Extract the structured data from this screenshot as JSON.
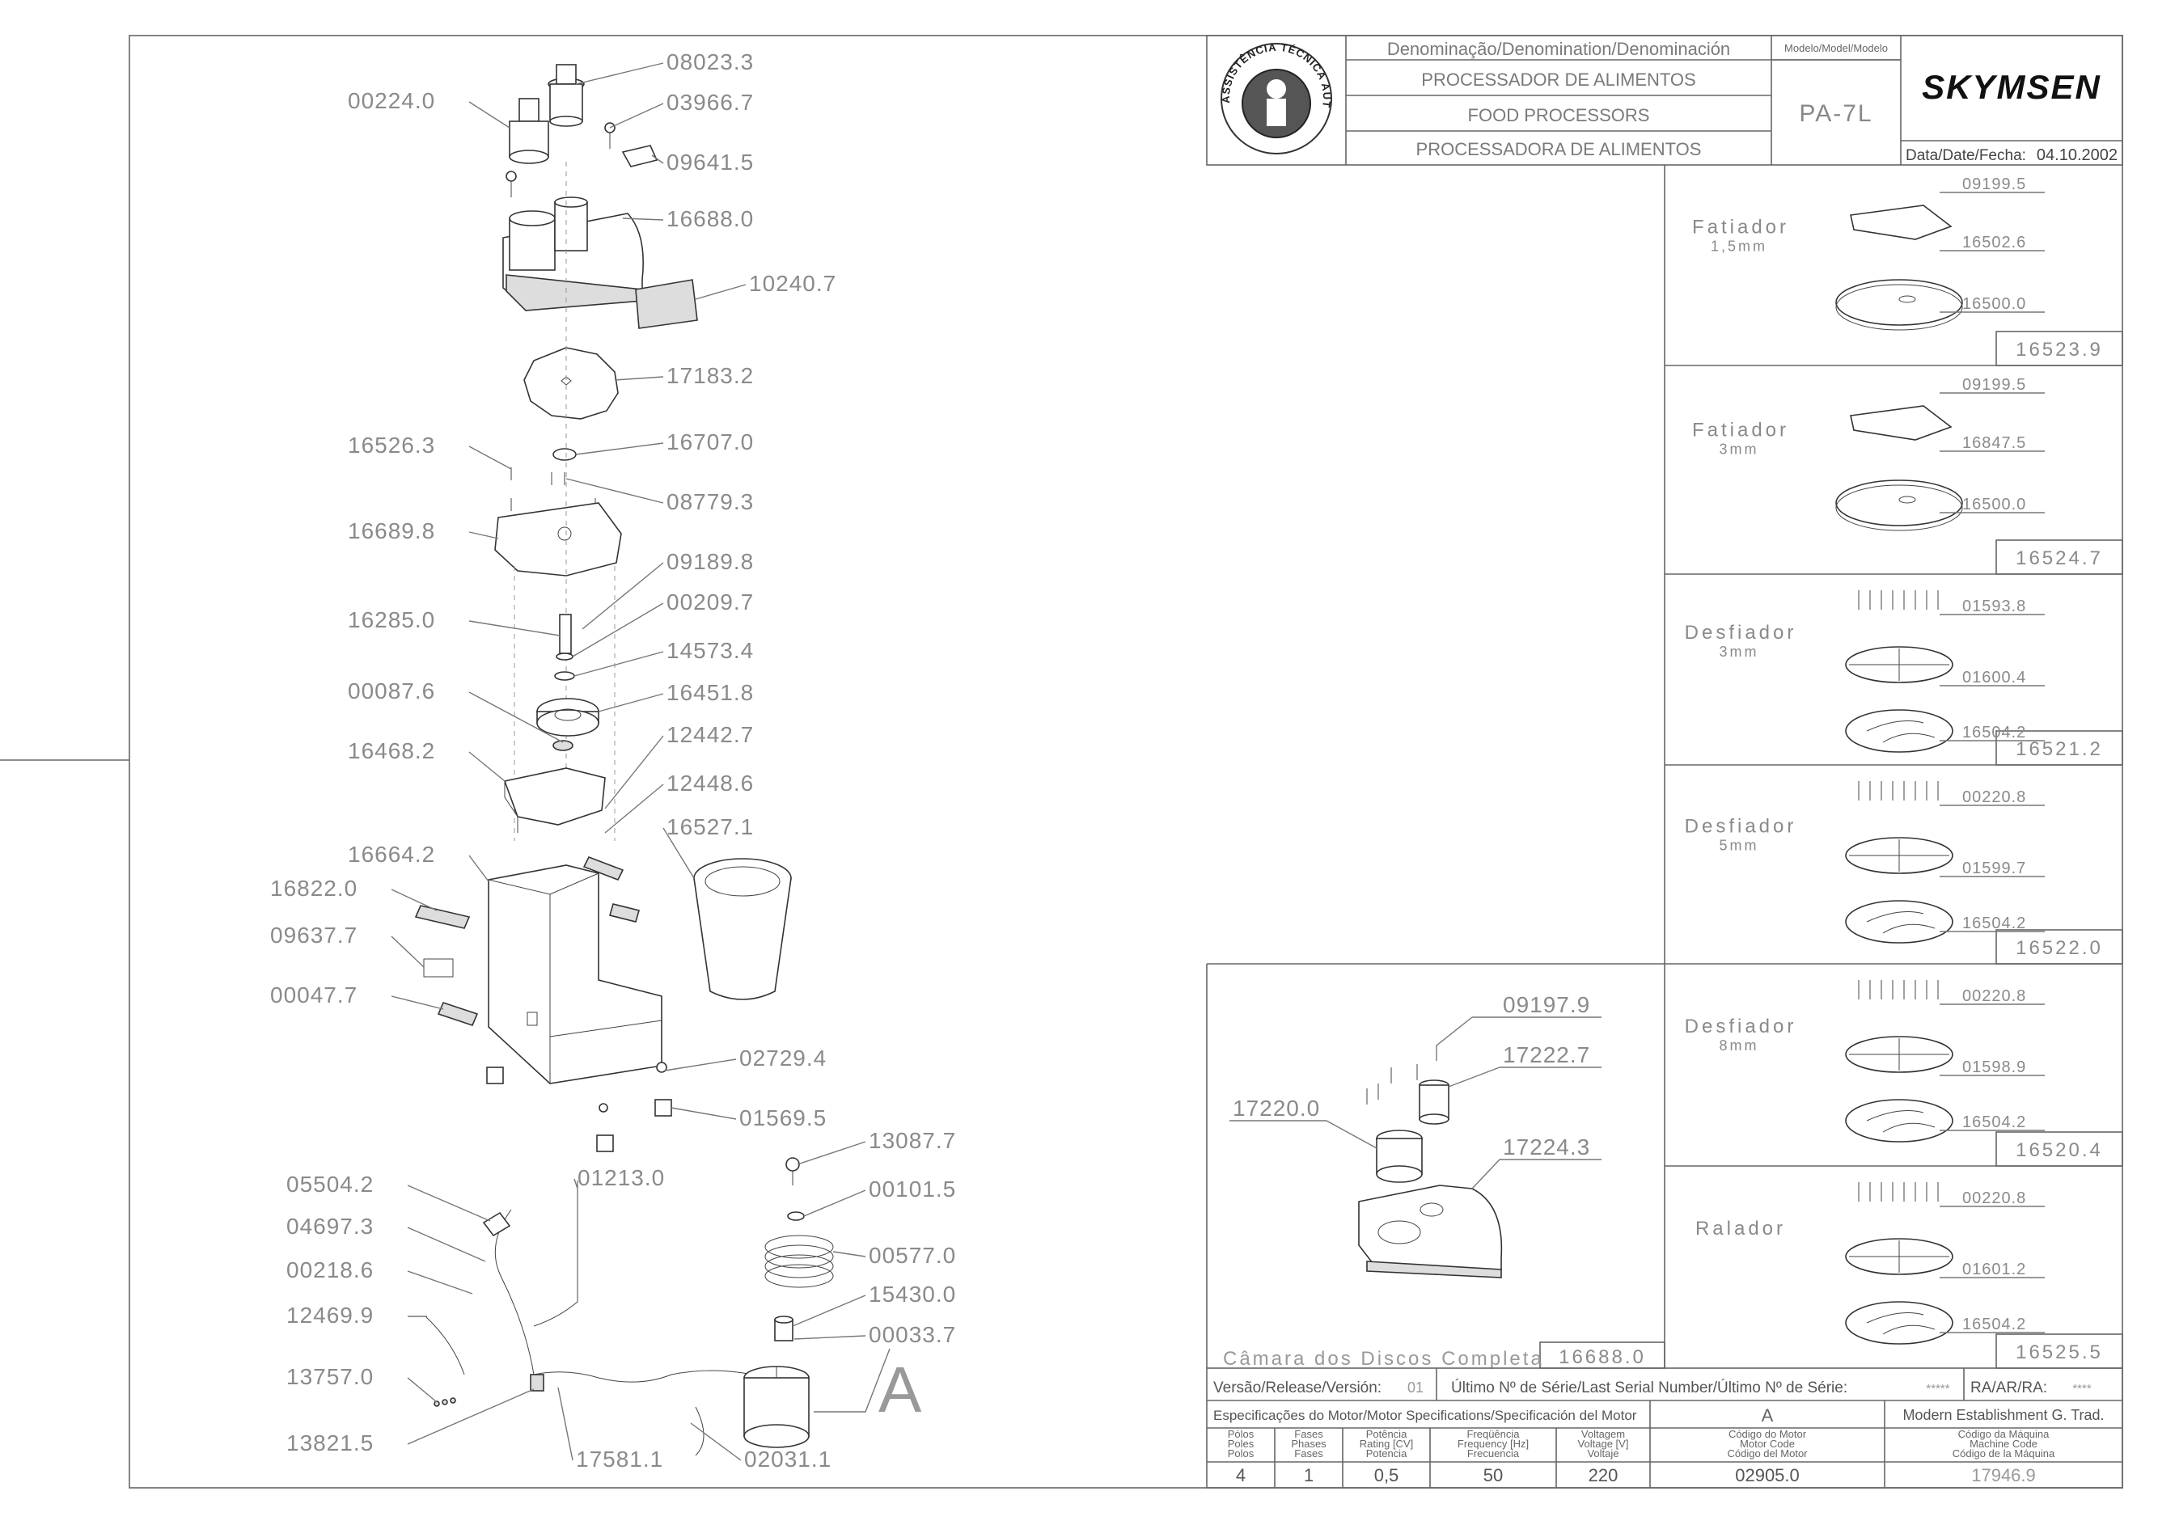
{
  "title_block": {
    "denomination_header": "Denominação/Denomination/Denominación",
    "model_header": "Modelo/Model/Modelo",
    "names": [
      "PROCESSADOR DE ALIMENTOS",
      "FOOD PROCESSORS",
      "PROCESSADORA DE ALIMENTOS"
    ],
    "model": "PA-7L",
    "brand": "SKYMSEN",
    "date_label": "Data/Date/Fecha:",
    "date": "04.10.2002",
    "seal_text": "ASSISTÊNCIA TÉCNICA AUTORIZADA"
  },
  "bottom_block": {
    "version_label": "Versão/Release/Versión:",
    "version": "01",
    "serial_label": "Último Nº de Série/Last Serial Number/Último Nº de Série:",
    "serial": "*****",
    "ra_label": "RA/AR/RA:",
    "ra": "****",
    "motor_spec_label": "Especificações do Motor/Motor Specifications/Specificación del Motor",
    "motor_ref": "A",
    "company": "Modern Establishment G. Trad.",
    "columns": [
      {
        "h": [
          "Pólos",
          "Poles",
          "Polos"
        ],
        "v": "4"
      },
      {
        "h": [
          "Fases",
          "Phases",
          "Fases"
        ],
        "v": "1"
      },
      {
        "h": [
          "Potência",
          "Rating [CV]",
          "Potencia"
        ],
        "v": "0,5"
      },
      {
        "h": [
          "Freqüência",
          "Frequency [Hz]",
          "Frecuencia"
        ],
        "v": "50"
      },
      {
        "h": [
          "Voltagem",
          "Voltage [V]",
          "Voltaje"
        ],
        "v": "220"
      },
      {
        "h": [
          "Código do Motor",
          "Motor Code",
          "Código del Motor"
        ],
        "v": "02905.0"
      },
      {
        "h": [
          "Código da Máquina",
          "Machine Code",
          "Código de la Máquina"
        ],
        "v": "17946.9"
      }
    ]
  },
  "main_parts": [
    "08023.3",
    "00224.0",
    "03966.7",
    "09641.5",
    "16688.0",
    "10240.7",
    "17183.2",
    "16526.3",
    "16707.0",
    "08779.3",
    "16689.8",
    "09189.8",
    "16285.0",
    "00209.7",
    "14573.4",
    "00087.6",
    "16451.8",
    "16468.2",
    "12442.7",
    "12448.6",
    "16527.1",
    "16664.2",
    "16822.0",
    "09637.7",
    "00047.7",
    "02729.4",
    "01569.5",
    "13087.7",
    "05504.2",
    "01213.0",
    "00101.5",
    "04697.3",
    "00577.0",
    "00218.6",
    "15430.0",
    "12469.9",
    "00033.7",
    "13757.0",
    "13821.5",
    "17581.1",
    "02031.1"
  ],
  "motor_label": "A",
  "chamber": {
    "title": "Câmara dos Discos Completa",
    "code": "16688.0",
    "parts": [
      "09197.9",
      "17222.7",
      "17220.0",
      "17224.3"
    ]
  },
  "discs": [
    {
      "name": "Fatiador",
      "size": "1,5mm",
      "code": "16523.9",
      "parts": [
        "09199.5",
        "16502.6",
        "16500.0"
      ]
    },
    {
      "name": "Fatiador",
      "size": "3mm",
      "code": "16524.7",
      "parts": [
        "09199.5",
        "16847.5",
        "16500.0"
      ]
    },
    {
      "name": "Desfiador",
      "size": "3mm",
      "code": "16521.2",
      "parts": [
        "01593.8",
        "01600.4",
        "16504.2"
      ]
    },
    {
      "name": "Desfiador",
      "size": "5mm",
      "code": "16522.0",
      "parts": [
        "00220.8",
        "01599.7",
        "16504.2"
      ]
    },
    {
      "name": "Desfiador",
      "size": "8mm",
      "code": "16520.4",
      "parts": [
        "00220.8",
        "01598.9",
        "16504.2"
      ]
    },
    {
      "name": "Ralador",
      "size": "",
      "code": "16525.5",
      "parts": [
        "00220.8",
        "01601.2",
        "16504.2"
      ]
    }
  ]
}
